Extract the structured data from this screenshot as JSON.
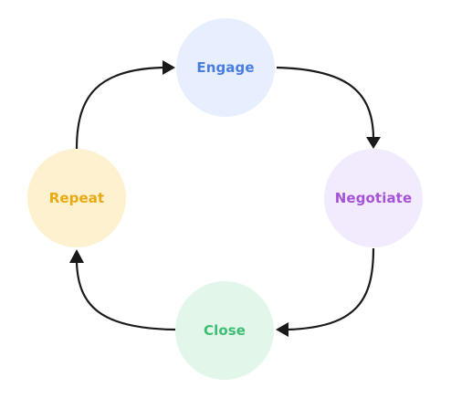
{
  "diagram": {
    "type": "cycle",
    "nodes": [
      {
        "id": "engage",
        "label": "Engage",
        "fill": "#e7eefe",
        "text_color": "#4a7de0"
      },
      {
        "id": "negotiate",
        "label": "Negotiate",
        "fill": "#f2eafd",
        "text_color": "#a553d8"
      },
      {
        "id": "close",
        "label": "Close",
        "fill": "#e3f6ea",
        "text_color": "#3cbf72"
      },
      {
        "id": "repeat",
        "label": "Repeat",
        "fill": "#fdf1cf",
        "text_color": "#eaaa12"
      }
    ],
    "edges": [
      {
        "from": "engage",
        "to": "negotiate"
      },
      {
        "from": "negotiate",
        "to": "close"
      },
      {
        "from": "close",
        "to": "repeat"
      },
      {
        "from": "repeat",
        "to": "engage"
      }
    ],
    "arrow_color": "#1a1a1a"
  }
}
